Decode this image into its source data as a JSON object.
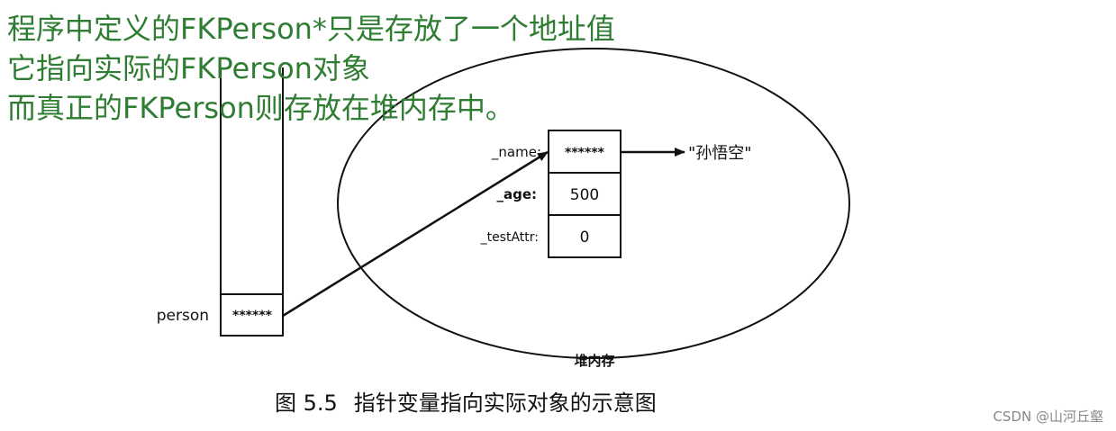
{
  "annotation": {
    "line1": "程序中定义的FKPerson*只是存放了一个地址值",
    "line2": "它指向实际的FKPerson对象",
    "line3": "而真正的FKPerson则存放在堆内存中。"
  },
  "stack": {
    "var_label": "person",
    "var_value": "******"
  },
  "heap": {
    "label": "堆内存",
    "fields": [
      {
        "name": "_name:",
        "value": "******"
      },
      {
        "name": "_age:",
        "value": "500"
      },
      {
        "name": "_testAttr:",
        "value": "0"
      }
    ],
    "string_value": "\"孙悟空\""
  },
  "caption": {
    "number": "图 5.5",
    "text": "指针变量指向实际对象的示意图"
  },
  "watermark": "CSDN @山河丘壑",
  "colors": {
    "annotation": "#2e7d32",
    "line": "#111111",
    "watermark": "#888888"
  }
}
